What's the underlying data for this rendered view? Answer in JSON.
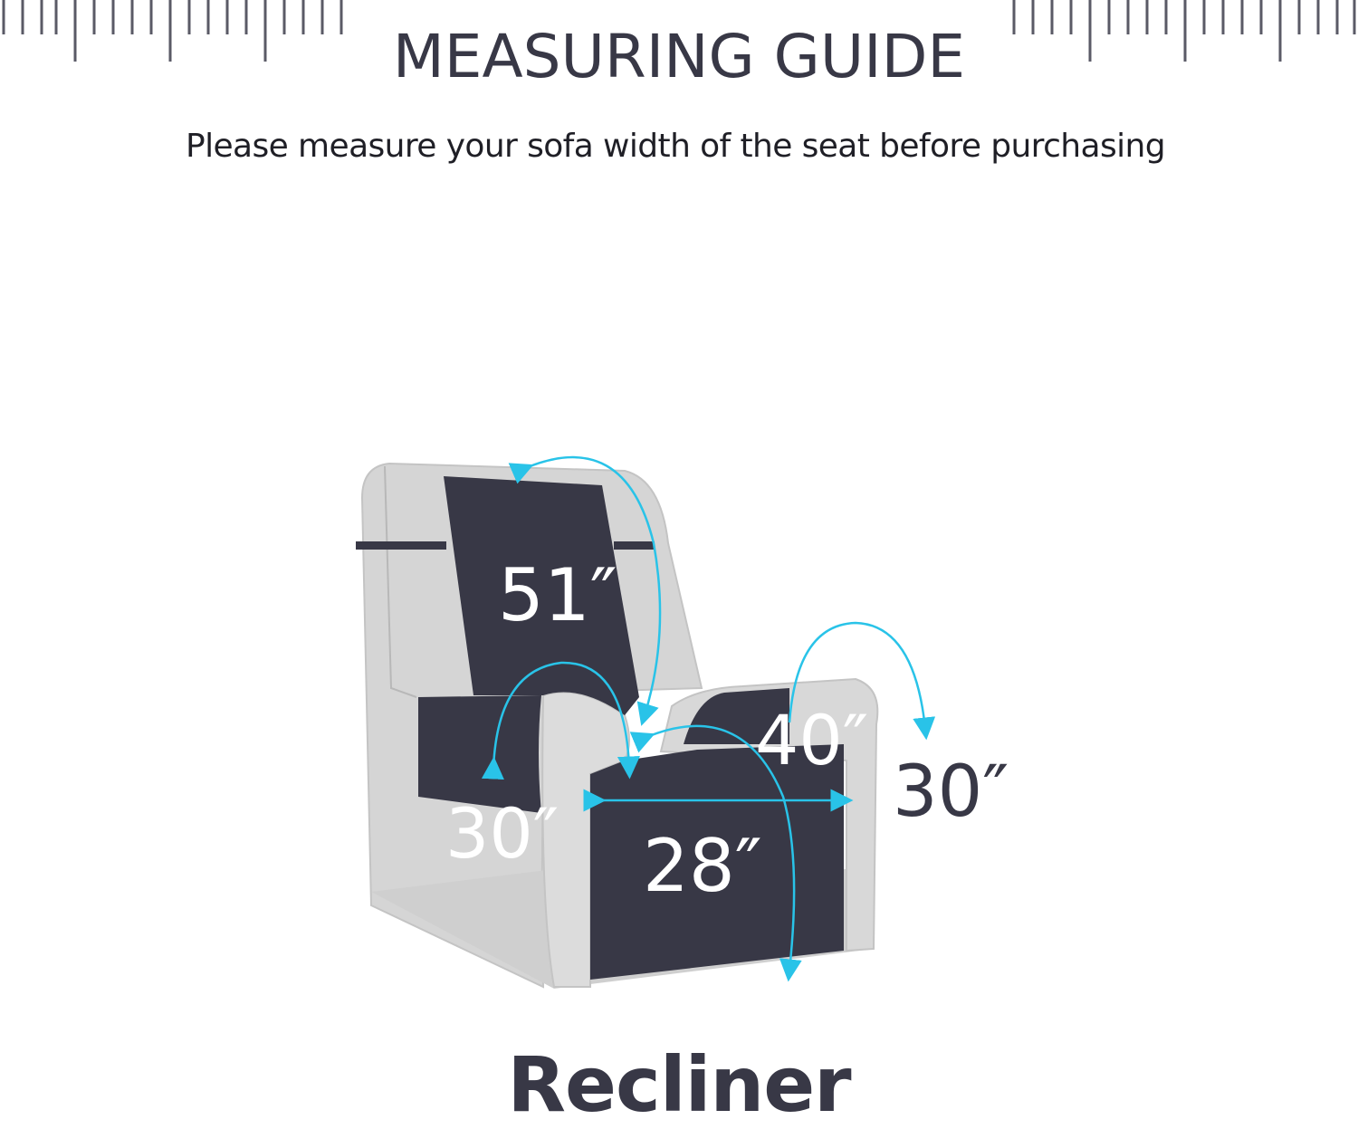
{
  "header": {
    "title": "MEASURING GUIDE",
    "subtitle": "Please measure your sofa width of the seat before purchasing"
  },
  "measurements": {
    "back": "51″",
    "arm_left": "30″",
    "arm_right": "40″",
    "side": "30″",
    "seat": "28″"
  },
  "footer": {
    "label": "Recliner"
  },
  "colors": {
    "text": "#383846",
    "cover": "#383846",
    "chair": "#d4d4d4",
    "arrows": "#29c3e8"
  },
  "icons": {
    "rulers": "ruler-icon",
    "arrows": "measure-arrow-icon"
  }
}
